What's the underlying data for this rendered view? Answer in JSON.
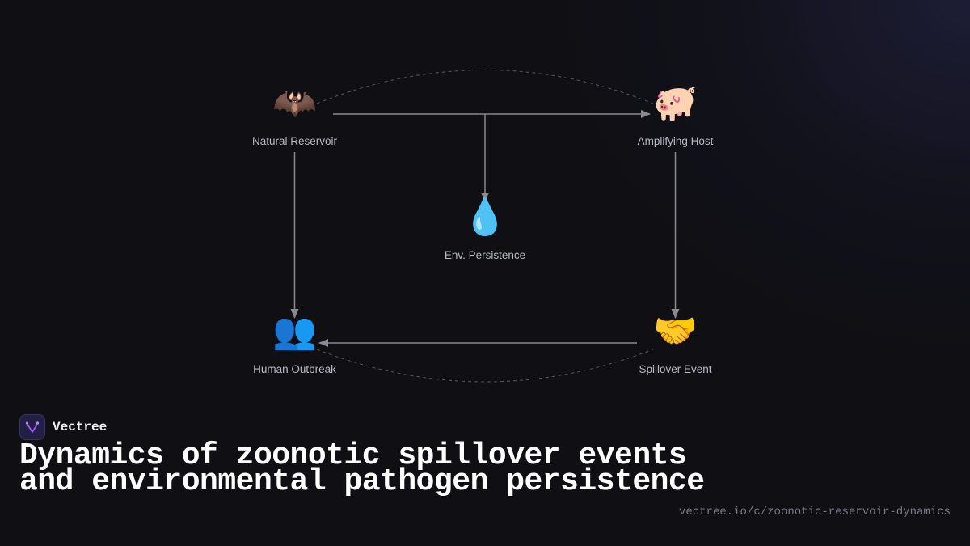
{
  "diagram": {
    "nodes": {
      "reservoir": {
        "emoji": "🦇",
        "label": "Natural Reservoir",
        "icon": "bat-icon"
      },
      "amplifying": {
        "emoji": "🐖",
        "label": "Amplifying Host",
        "icon": "pig-icon"
      },
      "environment": {
        "emoji": "💧",
        "label": "Env. Persistence",
        "icon": "droplet-icon"
      },
      "outbreak": {
        "emoji": "👥",
        "label": "Human Outbreak",
        "icon": "people-icon"
      },
      "spillover": {
        "emoji": "🤝",
        "label": "Spillover Event",
        "icon": "handshake-icon"
      }
    },
    "edges": [
      {
        "from": "Natural Reservoir",
        "to": "Amplifying Host"
      },
      {
        "from": "Natural Reservoir",
        "to": "Human Outbreak"
      },
      {
        "from": "Amplifying Host",
        "to": "Spillover Event"
      },
      {
        "from": "Spillover Event",
        "to": "Human Outbreak"
      },
      {
        "from": "Natural Reservoir → Amplifying Host",
        "to": "Env. Persistence"
      }
    ]
  },
  "brand": {
    "name": "Vectree",
    "logo_icon": "vectree-logo-icon",
    "accent": "#a855f7"
  },
  "title": "Dynamics of zoonotic spillover events and environmental pathogen persistence",
  "url": "vectree.io/c/zoonotic-reservoir-dynamics",
  "colors": {
    "background": "#0f0f14",
    "edge": "#8a8a92",
    "dashed_arc": "#55555c",
    "label": "#b9b9c2"
  }
}
